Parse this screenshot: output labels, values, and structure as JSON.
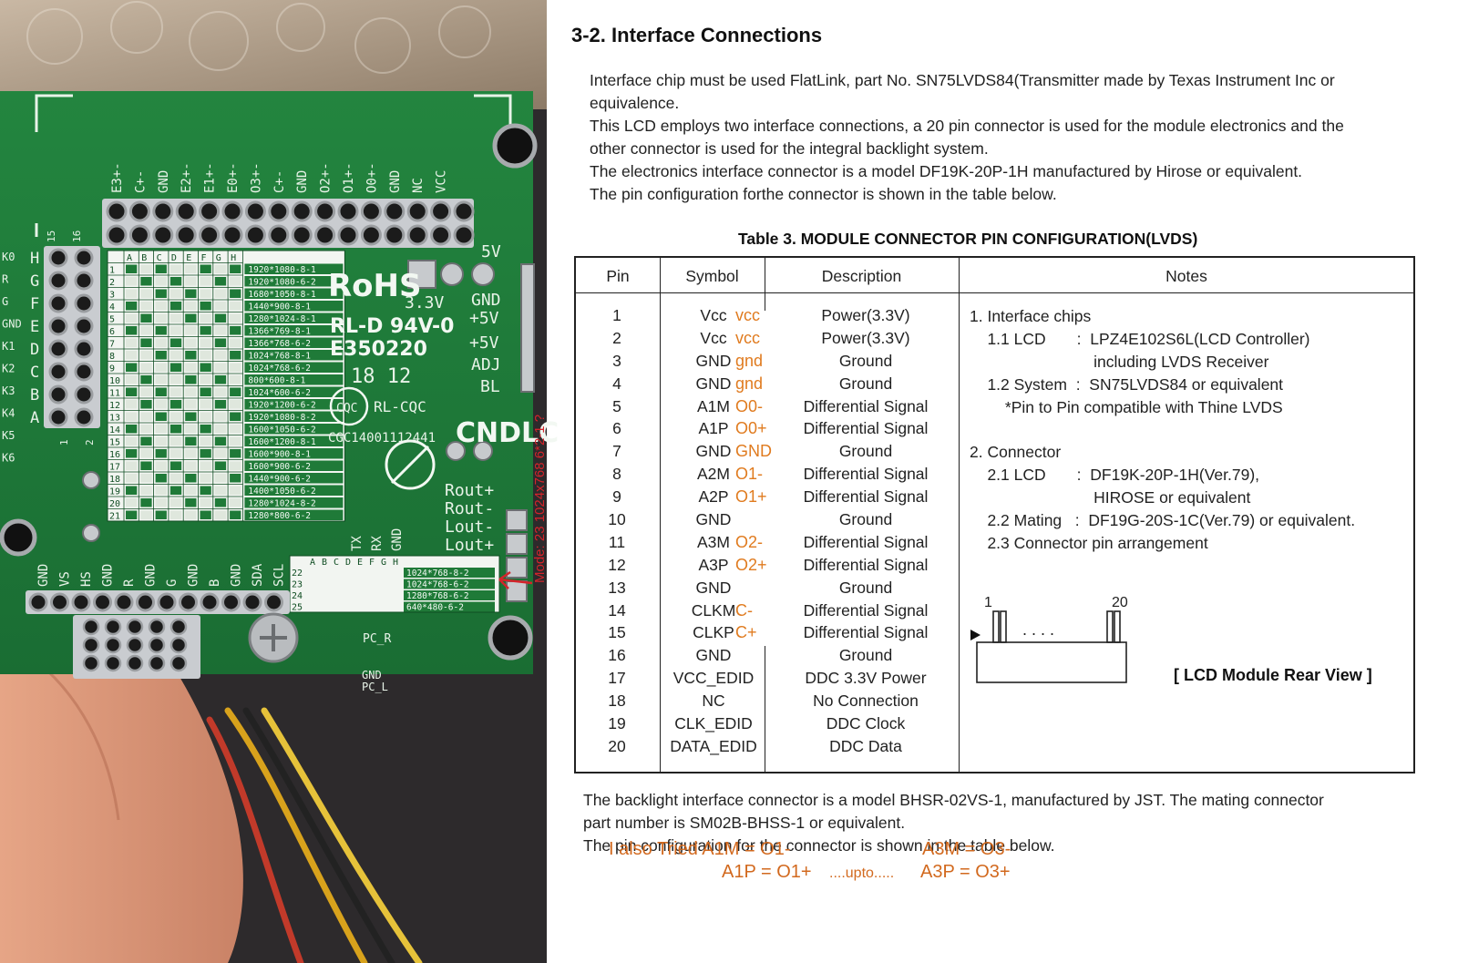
{
  "photo": {
    "top_header_pins": [
      "E3+-",
      "C+-",
      "GND",
      "E2+-",
      "E1+-",
      "E0+-",
      "O3+-",
      "C+-",
      "GND",
      "O2+-",
      "O1+-",
      "O0+-",
      "GND",
      "NC",
      "VCC"
    ],
    "row_labels_left": [
      "H",
      "G",
      "F",
      "E",
      "D",
      "C",
      "B",
      "A"
    ],
    "far_left_labels": [
      "K0",
      "R",
      "G",
      "GND",
      "K1",
      "K2",
      "K3",
      "K4",
      "K5",
      "K6"
    ],
    "header_corner": [
      "15",
      "16",
      "1",
      "2"
    ],
    "jumper_cols": [
      "A",
      "B",
      "C",
      "D",
      "E",
      "F",
      "G",
      "H"
    ],
    "jumper_rows": [
      "1",
      "2",
      "3",
      "4",
      "5",
      "6",
      "7",
      "8",
      "9",
      "10",
      "11",
      "12",
      "13",
      "14",
      "15",
      "16",
      "17",
      "18",
      "19",
      "20",
      "21"
    ],
    "resolutions": [
      "1920*1080-8-1",
      "1920*1080-6-2",
      "1680*1050-8-1",
      "1440*900-8-1",
      "1280*1024-8-1",
      "1366*769-8-1",
      "1366*768-6-2",
      "1024*768-8-1",
      "1024*768-6-2",
      "800*600-8-1",
      "1024*600-6-2",
      "1920*1200-6-2",
      "1920*1080-8-2",
      "1600*1050-6-2",
      "1600*1200-8-1",
      "1600*900-8-1",
      "1600*900-6-2",
      "1440*900-6-2",
      "1400*1050-6-2",
      "1280*1024-8-2",
      "1280*800-6-2"
    ],
    "jumper_rows2": [
      "22",
      "23",
      "24",
      "25"
    ],
    "resolutions2": [
      "1024*768-8-2",
      "1024*768-6-2",
      "1280*768-6-2",
      "640*480-6-2"
    ],
    "rohs": "RoHS",
    "power_labels": [
      "5V",
      "3.3V",
      "GND",
      "+5V",
      "+5V",
      "ADJ",
      "BL"
    ],
    "cert_lines": [
      "RL-D 94V-0",
      "E350220",
      "18 12"
    ],
    "cqc": "CQC",
    "cqc_code": "RL-CQC",
    "cert_no": "CGC14001112441",
    "brand": "CNDLC",
    "rout_labels": [
      "Rout+",
      "Rout-",
      "Lout-",
      "Lout+"
    ],
    "uart_labels": [
      "TX",
      "RX",
      "GND"
    ],
    "bottom_pins": [
      "GND",
      "VS",
      "HS",
      "GND",
      "R",
      "GND",
      "G",
      "GND",
      "B",
      "GND",
      "SDA",
      "SCL"
    ],
    "pc_labels": [
      "PC_R",
      "GND",
      "PC_L"
    ],
    "mode_note": "Mode: 23 1024x768 6*2-1 ?"
  },
  "doc": {
    "section_title": "3-2. Interface Connections",
    "intro": [
      "Interface chip must be used FlatLink, part No. SN75LVDS84(Transmitter made by Texas Instrument Inc  or",
      "equivalence.",
      "This LCD employs two interface connections, a 20 pin connector is used for the module electronics and the",
      "other connector is used for the integral backlight system.",
      "The electronics interface connector is a model DF19K-20P-1H manufactured by Hirose or equivalent.",
      "The pin configuration  forthe connector is shown in the table below."
    ],
    "table_caption": "Table 3.  MODULE CONNECTOR PIN CONFIGURATION(LVDS)",
    "headers": {
      "pin": "Pin",
      "symbol": "Symbol",
      "description": "Description",
      "notes": "Notes"
    },
    "rows": [
      {
        "pin": "1",
        "symbol": "Vcc",
        "ann": "vcc",
        "desc": "Power(3.3V)"
      },
      {
        "pin": "2",
        "symbol": "Vcc",
        "ann": "vcc",
        "desc": "Power(3.3V)"
      },
      {
        "pin": "3",
        "symbol": "GND",
        "ann": "gnd",
        "desc": "Ground"
      },
      {
        "pin": "4",
        "symbol": "GND",
        "ann": "gnd",
        "desc": "Ground"
      },
      {
        "pin": "5",
        "symbol": "A1M",
        "ann": "O0-",
        "desc": "Differential Signal"
      },
      {
        "pin": "6",
        "symbol": "A1P",
        "ann": "O0+",
        "desc": "Differential Signal"
      },
      {
        "pin": "7",
        "symbol": "GND",
        "ann": "GND",
        "desc": "Ground"
      },
      {
        "pin": "8",
        "symbol": "A2M",
        "ann": "O1-",
        "desc": "Differential Signal"
      },
      {
        "pin": "9",
        "symbol": "A2P",
        "ann": "O1+",
        "desc": "Differential Signal"
      },
      {
        "pin": "10",
        "symbol": "GND",
        "ann": "",
        "desc": "Ground"
      },
      {
        "pin": "11",
        "symbol": "A3M",
        "ann": "O2-",
        "desc": "Differential Signal"
      },
      {
        "pin": "12",
        "symbol": "A3P",
        "ann": "O2+",
        "desc": "Differential Signal"
      },
      {
        "pin": "13",
        "symbol": "GND",
        "ann": "",
        "desc": "Ground"
      },
      {
        "pin": "14",
        "symbol": "CLKM",
        "ann": "C-",
        "desc": "Differential Signal"
      },
      {
        "pin": "15",
        "symbol": "CLKP",
        "ann": "C+",
        "desc": "Differential Signal"
      },
      {
        "pin": "16",
        "symbol": "GND",
        "ann": "",
        "desc": "Ground"
      },
      {
        "pin": "17",
        "symbol": "VCC_EDID",
        "ann": "",
        "desc": "DDC 3.3V Power"
      },
      {
        "pin": "18",
        "symbol": "NC",
        "ann": "",
        "desc": "No Connection"
      },
      {
        "pin": "19",
        "symbol": "CLK_EDID",
        "ann": "",
        "desc": "DDC Clock"
      },
      {
        "pin": "20",
        "symbol": "DATA_EDID",
        "ann": "",
        "desc": "DDC Data"
      }
    ],
    "notes": [
      "1. Interface chips",
      "    1.1 LCD       :  LPZ4E102S6L(LCD Controller)",
      "                            including LVDS Receiver",
      "    1.2 System  :  SN75LVDS84 or equivalent",
      "        *Pin to Pin compatible with Thine LVDS",
      "",
      "2. Connector",
      "    2.1 LCD       :  DF19K-20P-1H(Ver.79),",
      "                            HIROSE or equivalent",
      "    2.2 Mating   :  DF19G-20S-1C(Ver.79) or equivalent.",
      "    2.3 Connector pin arrangement"
    ],
    "rear_view": {
      "pin_first": "1",
      "pin_last": "20",
      "dots": ". . . .",
      "label": "[ LCD Module Rear View ]"
    },
    "footer": [
      "The backlight interface connector is a model BHSR-02VS-1, manufactured by JST. The mating connector",
      "part number is SM02B-BHSS-1 or equivalent.",
      "The pin configuration for the connector is shown in the table below."
    ],
    "tried": {
      "line1_a": "I also Tried  A1M = O1-",
      "line1_b": "A3M = O3-",
      "line2_a": "A1P =  O1+",
      "line2_dots": "....upto.....",
      "line2_b": "A3P = O3+"
    },
    "colors": {
      "annotation": "#e07b1f",
      "board_green": "#1e7a3a",
      "mode_red": "#d4242b"
    }
  }
}
